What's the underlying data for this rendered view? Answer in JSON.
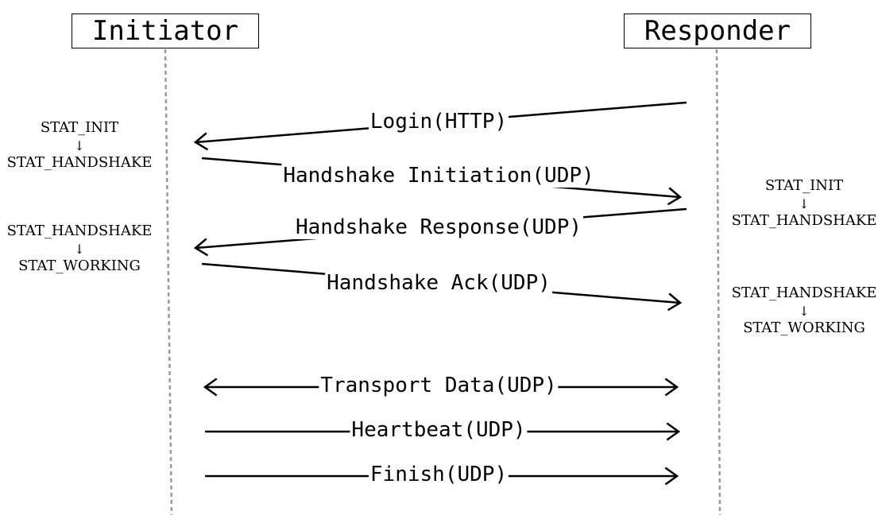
{
  "participants": {
    "initiator": "Initiator",
    "responder": "Responder"
  },
  "messages": [
    {
      "label": "Login(HTTP)"
    },
    {
      "label": "Handshake Initiation(UDP)"
    },
    {
      "label": "Handshake Response(UDP)"
    },
    {
      "label": "Handshake Ack(UDP)"
    },
    {
      "label": "Transport Data(UDP)"
    },
    {
      "label": "Heartbeat(UDP)"
    },
    {
      "label": "Finish(UDP)"
    }
  ],
  "states": {
    "initiator": [
      {
        "from": "STAT_INIT",
        "to": "STAT_HANDSHAKE"
      },
      {
        "from": "STAT_HANDSHAKE",
        "to": "STAT_WORKING"
      }
    ],
    "responder": [
      {
        "from": "STAT_INIT",
        "to": "STAT_HANDSHAKE"
      },
      {
        "from": "STAT_HANDSHAKE",
        "to": "STAT_WORKING"
      }
    ],
    "arrow_glyph": "↓"
  },
  "colors": {
    "line": "#000000",
    "lifeline": "#999999"
  }
}
